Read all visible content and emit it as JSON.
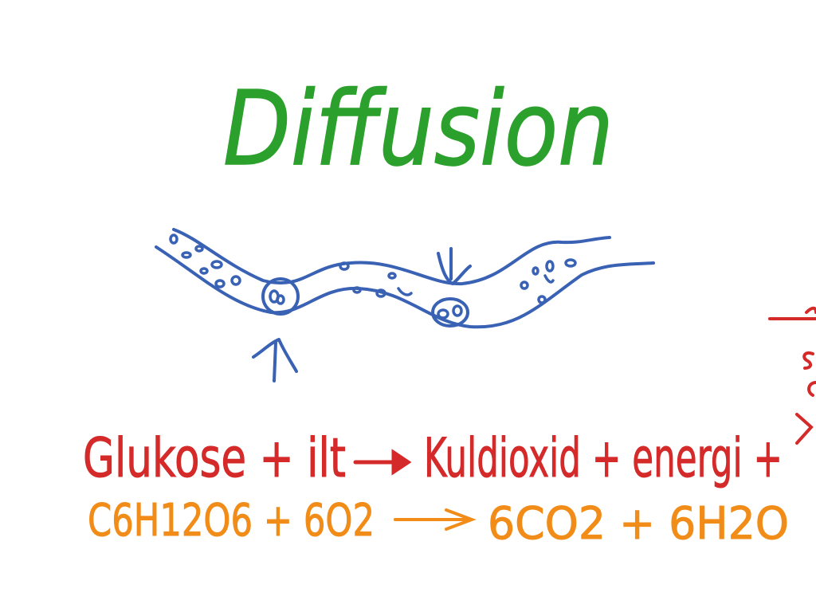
{
  "title": "Diffusion",
  "equation_words": {
    "reactants": "Glukose + ilt",
    "products": "Kuldioxid + energi +"
  },
  "equation_formula": {
    "reactants": "C6H12O6 + 6O2",
    "products": "6CO2 + 6H2O"
  },
  "colors": {
    "title": "#2ca02c",
    "diagram": "#3a62b4",
    "word_equation": "#d42a2a",
    "formula_equation": "#f28c18",
    "background": "#ffffff"
  }
}
